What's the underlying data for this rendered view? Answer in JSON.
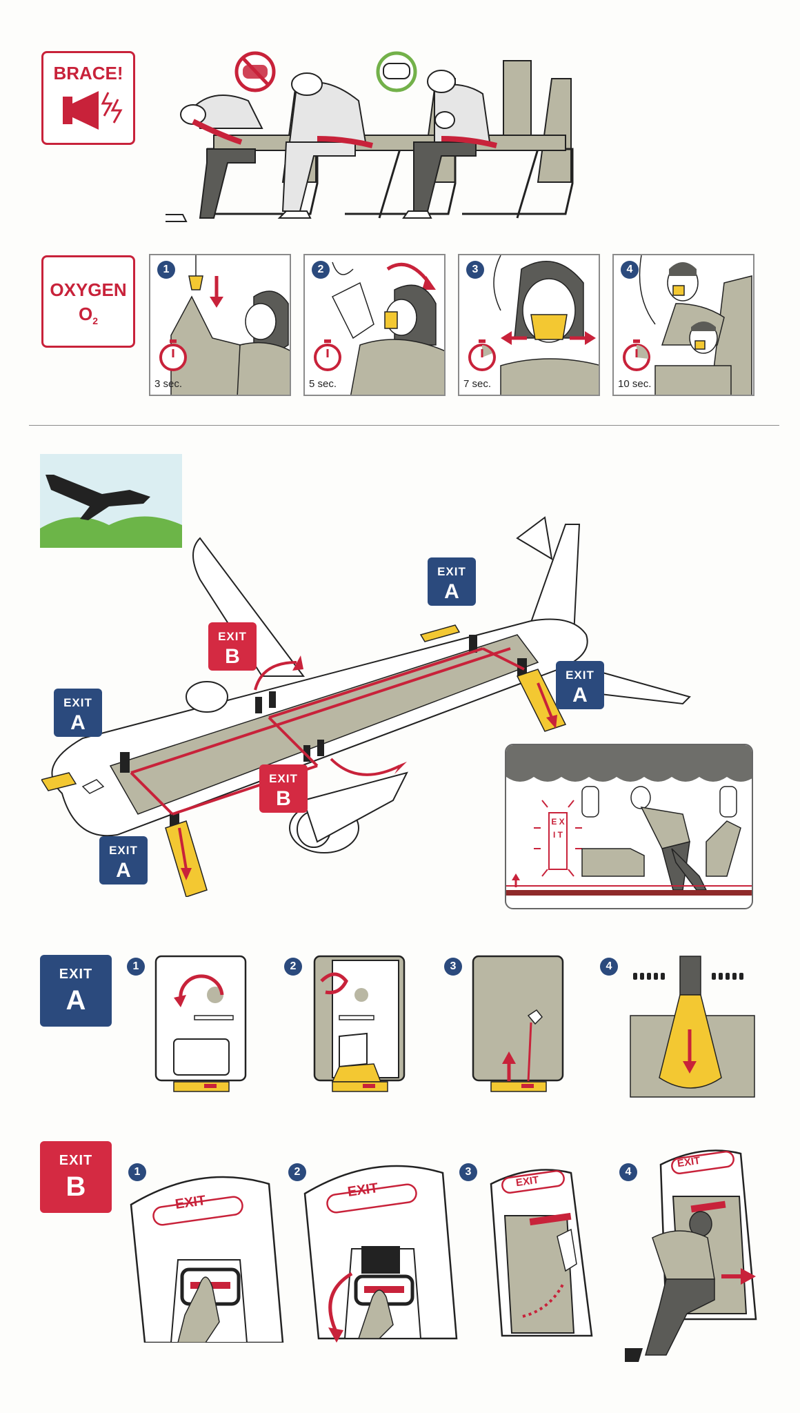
{
  "brace": {
    "label": "BRACE!"
  },
  "oxygen": {
    "label": "OXYGEN",
    "formula_main": "O",
    "formula_sub": "2",
    "steps": [
      {
        "num": "1",
        "time": "3 sec."
      },
      {
        "num": "2",
        "time": "5 sec."
      },
      {
        "num": "3",
        "time": "7 sec."
      },
      {
        "num": "4",
        "time": "10 sec."
      }
    ]
  },
  "exits": {
    "word": "EXIT",
    "letter_a": "A",
    "letter_b": "B",
    "sign_vertical": "E X I T"
  },
  "exit_a_steps": [
    "1",
    "2",
    "3",
    "4"
  ],
  "exit_b_steps": [
    "1",
    "2",
    "3",
    "4"
  ],
  "colors": {
    "red": "#c8223a",
    "navy": "#2b4a7d",
    "yellow": "#f3c832",
    "seat_gray": "#b9b7a3",
    "dark_gray": "#5b5b57"
  },
  "icons": [
    "stopwatch-icon",
    "brace-position-icon",
    "no-hands-icon",
    "hands-icon",
    "airplane-icon"
  ]
}
